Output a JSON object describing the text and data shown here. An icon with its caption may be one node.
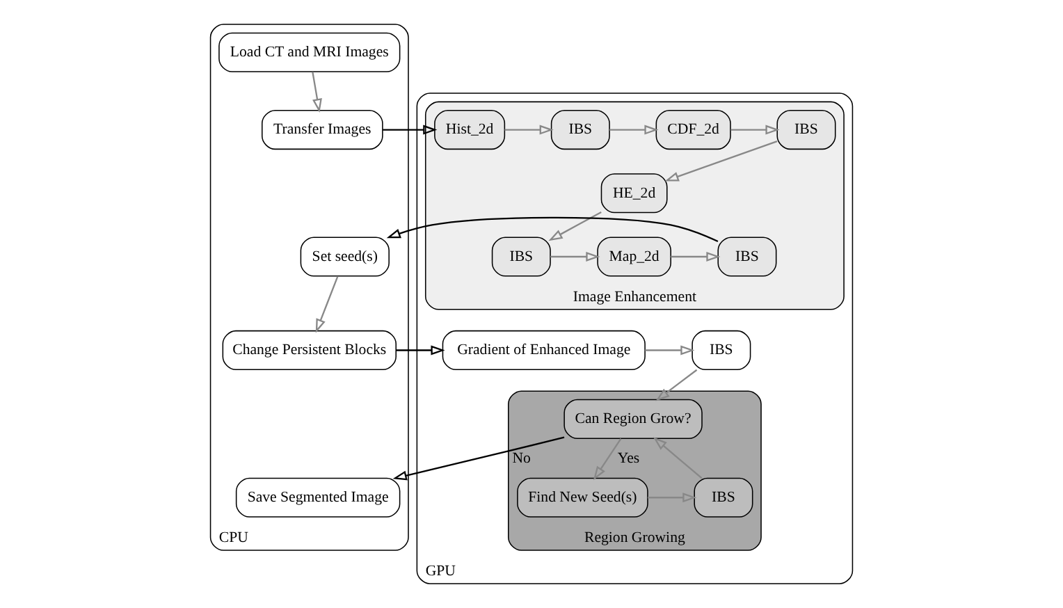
{
  "diagram": {
    "nodes": [
      {
        "text": [
          "CPU"
        ]
      },
      {
        "text": [
          "Load CT and MRI Images"
        ],
        "in": 0
      },
      {
        "text": [
          "Transfer Images"
        ],
        "in": 0
      },
      {
        "text": [
          "Set seed(s)"
        ],
        "in": 0
      },
      {
        "text": [
          "Change Persistent Blocks"
        ],
        "in": 0
      },
      {
        "text": [
          "Save Segmented Image"
        ],
        "in": 0
      },
      {
        "text": [
          "GPU"
        ]
      },
      {
        "text": [
          "Image Enhancement"
        ],
        "in": 6
      },
      {
        "text": [
          "Hist_2d"
        ],
        "in": 7
      },
      {
        "text": [
          "IBS"
        ],
        "in": 7
      },
      {
        "text": [
          "CDF_2d"
        ],
        "in": 7
      },
      {
        "text": [
          "IBS"
        ],
        "in": 7
      },
      {
        "text": [
          "HE_2d"
        ],
        "in": 7
      },
      {
        "text": [
          "IBS"
        ],
        "in": 7
      },
      {
        "text": [
          "Map_2d"
        ],
        "in": 7
      },
      {
        "text": [
          "IBS"
        ],
        "in": 7
      },
      {
        "text": [
          "Gradient of Enhanced Image"
        ],
        "in": 6
      },
      {
        "text": [
          "IBS"
        ],
        "in": 6
      },
      {
        "text": [
          "Region Growing"
        ],
        "in": 6
      },
      {
        "text": [
          "Can Region Grow?"
        ],
        "in": 18
      },
      {
        "text": [
          "Find New Seed(s)"
        ],
        "in": 18
      },
      {
        "text": [
          "IBS"
        ],
        "in": 18
      }
    ],
    "edges": [
      {
        "from": 1,
        "to": 2,
        "arrow": "to"
      },
      {
        "from": 2,
        "to": 8,
        "arrow": "to",
        "color": "#000000"
      },
      {
        "from": 8,
        "to": 9,
        "arrow": "to"
      },
      {
        "from": 9,
        "to": 10,
        "arrow": "to"
      },
      {
        "from": 10,
        "to": 11,
        "arrow": "to"
      },
      {
        "from": 11,
        "to": 12,
        "arrow": "to"
      },
      {
        "from": 12,
        "to": 13,
        "arrow": "to"
      },
      {
        "from": 13,
        "to": 14,
        "arrow": "to"
      },
      {
        "from": 14,
        "to": 15,
        "arrow": "to"
      },
      {
        "from": 15,
        "to": 3,
        "arrow": "to",
        "color": "#000000"
      },
      {
        "from": 3,
        "to": 4,
        "arrow": "to"
      },
      {
        "from": 4,
        "to": 16,
        "arrow": "to",
        "color": "#000000"
      },
      {
        "from": 16,
        "to": 17,
        "arrow": "to"
      },
      {
        "from": 17,
        "to": 19,
        "arrow": "to"
      },
      {
        "from": 19,
        "to": 20,
        "arrow": "to",
        "label": "Yes"
      },
      {
        "from": 20,
        "to": 21,
        "arrow": "to"
      },
      {
        "from": 21,
        "to": 19,
        "arrow": "to"
      },
      {
        "from": 19,
        "to": 5,
        "arrow": "to",
        "label": "No",
        "color": "#000000"
      }
    ]
  }
}
